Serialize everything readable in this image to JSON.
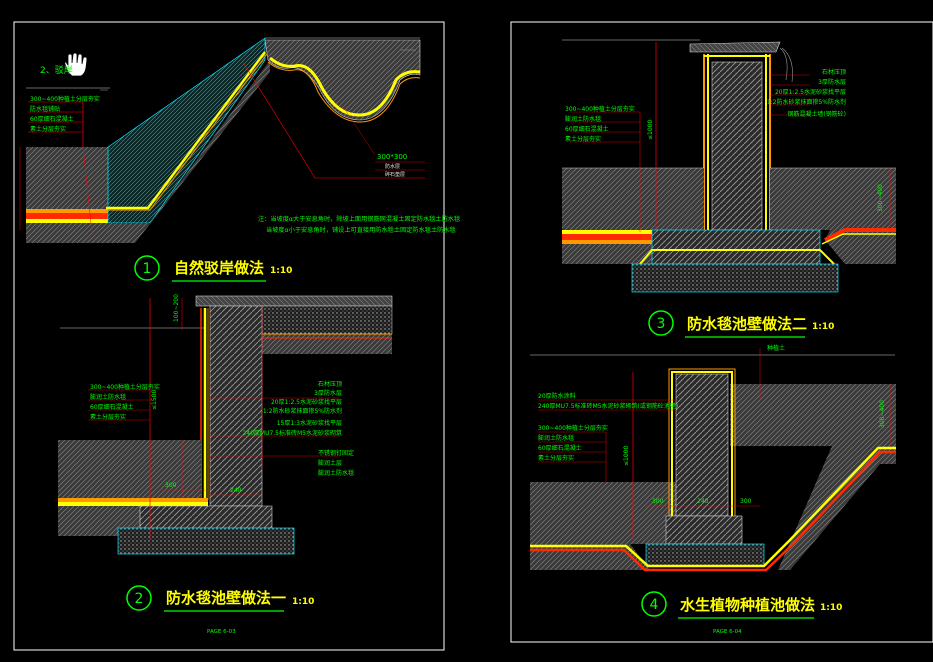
{
  "sheet_left": {
    "heading": "2、驳岸",
    "panel1": {
      "number": "1",
      "title": "自然驳岸做法",
      "scale": "1:10",
      "layers": [
        "300~400种植土分层夯实",
        "防水毯铺贴",
        "60厚细石混凝土",
        "素土分层夯实"
      ],
      "callout": "300*300",
      "callout_sub1": "防水层",
      "callout_sub2": "碎石垫层",
      "note1": "注：当坡度α大于安息角时，除坡上面用钢筋网混凝土固定防水毯土防水毯",
      "note2": "当坡度α小于安息角时，铺设上可直接用防水毯土固定防水毯土防水毯"
    },
    "panel2": {
      "number": "2",
      "title": "防水毯池壁做法一",
      "scale": "1:10",
      "layers_left": [
        "300~400种植土分层夯实",
        "膨润土防水毯",
        "60厚细石混凝土",
        "素土分层夯实"
      ],
      "layers_right": [
        "石材压顶",
        "3厚防水层",
        "20厚1:2.5水泥砂浆找平层",
        "1:2防水砂浆抹面掺5%防水剂",
        "15厚1:3水泥砂浆找平层",
        "240厚MU7.5标准砖M5水泥砂浆砌筑"
      ],
      "layers_lower": [
        "不锈钢钉固定",
        "膨润土层",
        "膨润土防水毯"
      ],
      "dim_top": "100~200",
      "dim_left": "≤1500",
      "dim_mid": "300",
      "dim_base": "240"
    },
    "page_label": "PAGE 6-03"
  },
  "sheet_right": {
    "panel3": {
      "number": "3",
      "title": "防水毯池壁做法二",
      "scale": "1:10",
      "layers_left": [
        "300~400种植土分层夯实",
        "膨润土防水毯",
        "60厚细石混凝土",
        "素土分层夯实"
      ],
      "layers_right": [
        "石材压顶",
        "3厚防水层",
        "20厚1:2.5水泥砂浆找平层",
        "1:2防水砂浆抹面掺5%防水剂",
        "钢筋混凝土墙(钢筋砼)"
      ],
      "dim_left": "≤1000",
      "dim_right": "300~400"
    },
    "panel4": {
      "number": "4",
      "title": "水生植物种植池做法",
      "scale": "1:10",
      "top_label": "种植土",
      "layers_top": [
        "20厚防水涂料",
        "240厚MU7.5标准砖M5水泥砂浆砌筑(或钢筋砼池壁)"
      ],
      "layers_left": [
        "300~400种植土分层夯实",
        "膨润土防水毯",
        "60厚细石混凝土",
        "素土分层夯实"
      ],
      "dim_left": "≤1000",
      "dim_right": "300~400",
      "dim_a": "300",
      "dim_b": "240",
      "dim_c": "300"
    },
    "page_label": "PAGE 6-04"
  },
  "colors": {
    "background": "#000000",
    "text_green": "#00ff00",
    "title_yellow": "#ffff00",
    "layer_red": "#ff2a00",
    "layer_orange": "#ff9900",
    "frame": "#ffffff",
    "dim_red": "#ff0000",
    "cyan": "#00e5ff"
  },
  "cursor_icon": "hand-cursor-icon"
}
